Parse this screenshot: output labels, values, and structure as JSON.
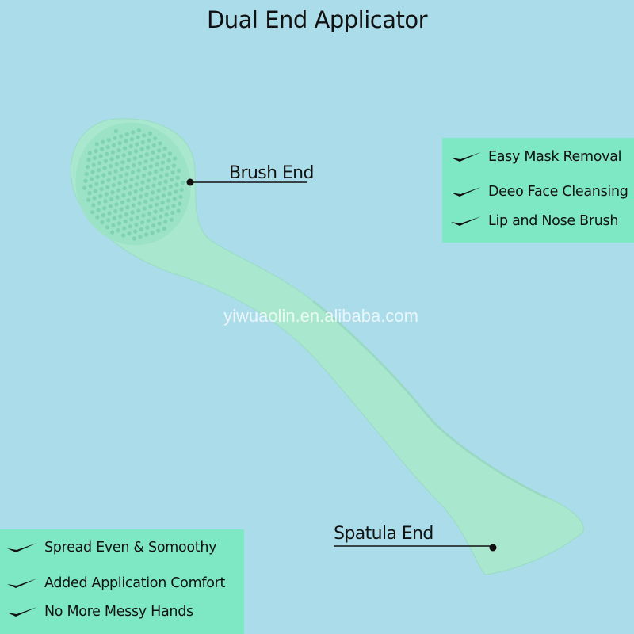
{
  "title": "Dual End Applicator",
  "watermark": "yiwuaolin.en.alibaba.com",
  "callouts": {
    "brush_end": "Brush End",
    "spatula_end": "Spatula End"
  },
  "features_top": [
    "Easy  Mask Removal",
    "Deeo Face Cleansing",
    "Lip and Nose Brush"
  ],
  "features_bottom": [
    "Spread Even & Somoothy",
    "Added Application Comfort",
    "No More Messy Hands"
  ],
  "colors": {
    "background": "#abdce9",
    "panel": "#7ee8c4",
    "product": "#a9e8cf",
    "bristles": "#86d9b8"
  },
  "icons": {
    "feature_bullet": "check-icon"
  }
}
